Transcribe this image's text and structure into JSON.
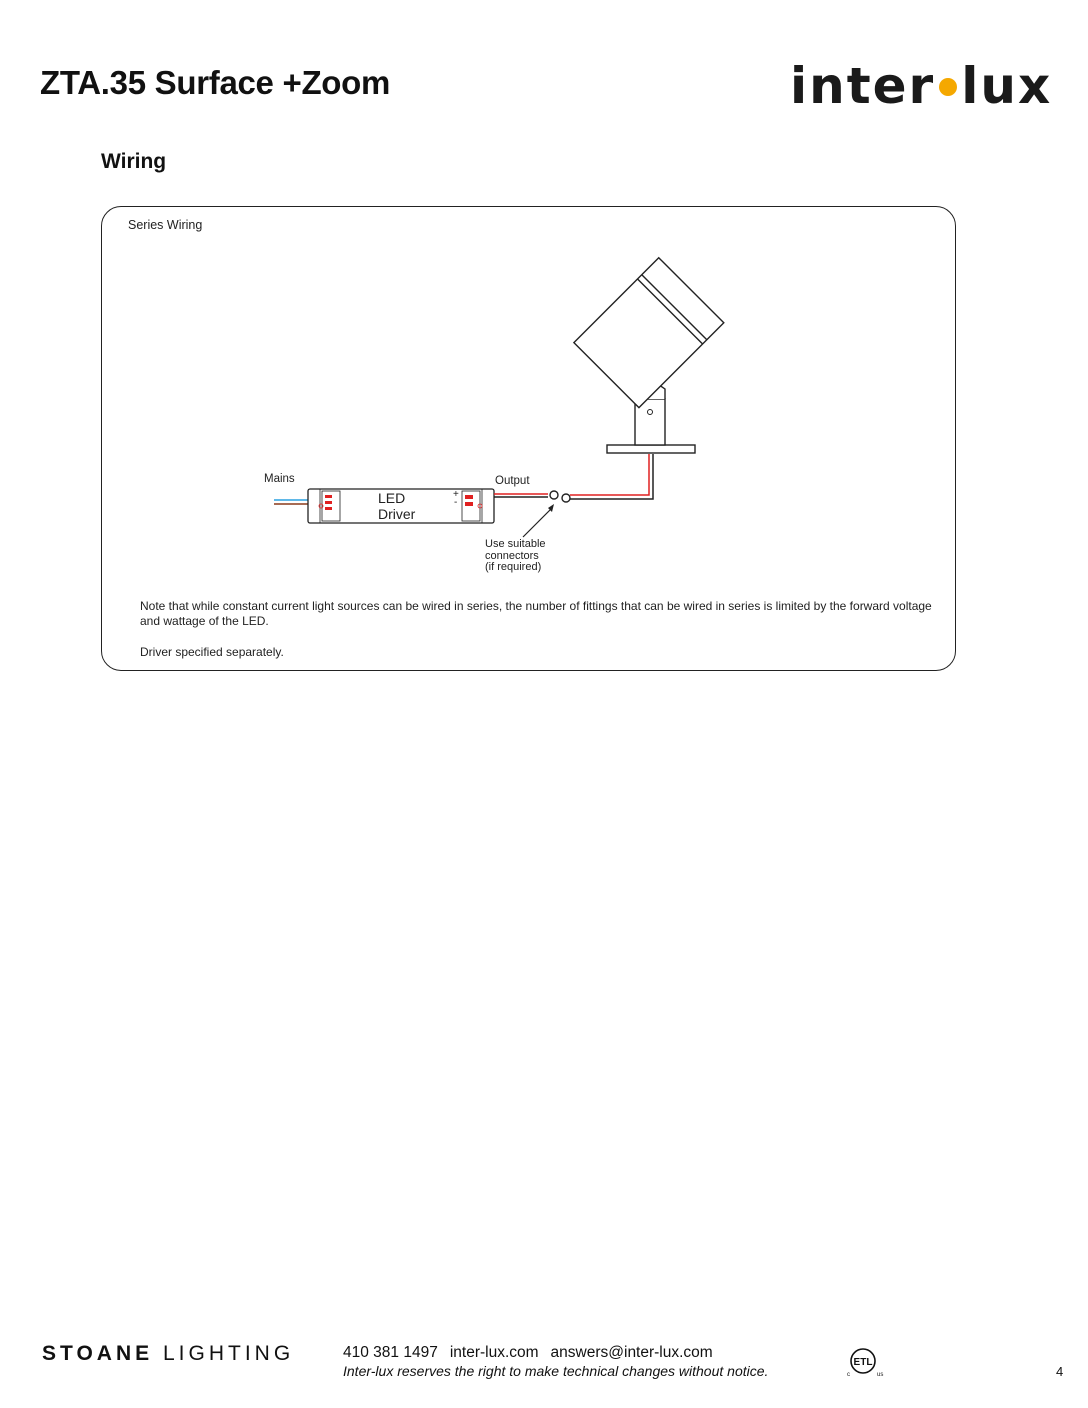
{
  "header": {
    "title": "ZTA.35 Surface +Zoom",
    "logo_left": "inter",
    "logo_right": "lux",
    "accent_color": "#f5a800"
  },
  "section": {
    "heading": "Wiring"
  },
  "panel": {
    "label": "Series Wiring",
    "diagram": {
      "mains_label": "Mains",
      "driver_line1": "LED",
      "driver_line2": "Driver",
      "output_label": "Output",
      "plus_sign": "+",
      "minus_sign": "-",
      "connector_line1": "Use suitable",
      "connector_line2": "connectors",
      "connector_line3": "(if required)",
      "wire_positive_color": "#e02020",
      "wire_mains_color": "#2aa0e0"
    },
    "note_1": "Note that while constant current light sources can be wired in series, the number of fittings that can be wired in series is limited by the forward voltage and wattage of the LED.",
    "note_2": "Driver specified separately."
  },
  "footer": {
    "brand_bold": "STOANE",
    "brand_light": "LIGHTING",
    "phone": "410 381 1497",
    "website": "inter-lux.com",
    "email": "answers@inter-lux.com",
    "disclaimer": "Inter-lux reserves the right to make technical changes without notice.",
    "cert_text": "ETL",
    "cert_c": "c",
    "cert_us": "us",
    "page_number": "4"
  }
}
